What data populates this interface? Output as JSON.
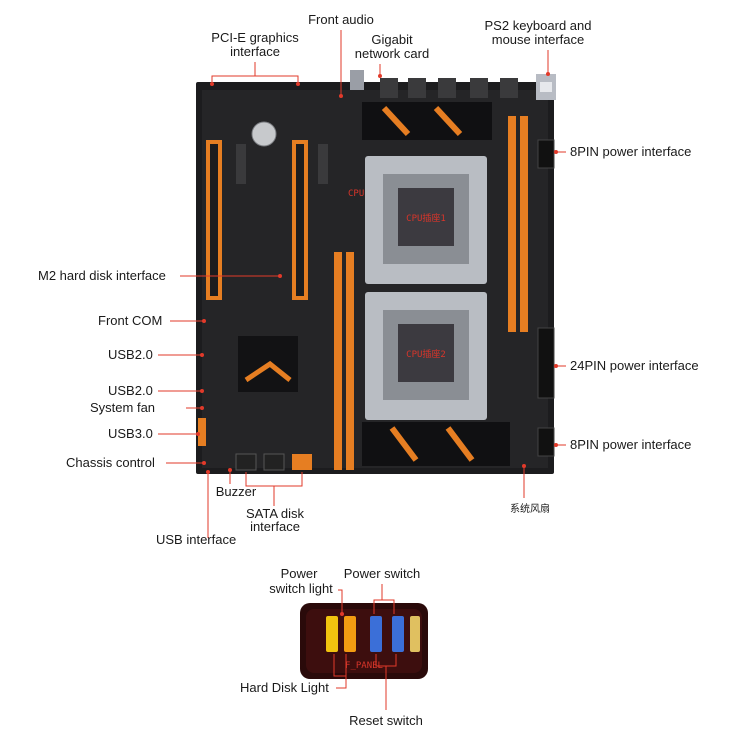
{
  "labels": {
    "pcie": [
      "PCI-E graphics",
      "interface"
    ],
    "front_audio": "Front audio",
    "gigabit": [
      "Gigabit",
      "network card"
    ],
    "ps2": [
      "PS2 keyboard and",
      "mouse interface"
    ],
    "power8_top": "8PIN power interface",
    "m2": "M2 hard disk interface",
    "front_com": "Front COM",
    "usb2_a": "USB2.0",
    "power24": "24PIN power interface",
    "usb2_b": "USB2.0",
    "system_fan": "System fan",
    "usb3": "USB3.0",
    "power8_bottom": "8PIN power interface",
    "chassis": "Chassis control",
    "system_fan_cn": "系统风扇",
    "buzzer": "Buzzer",
    "sata": [
      "SATA disk",
      "interface"
    ],
    "usb_interface": "USB interface",
    "power_switch_light": [
      "Power",
      "switch light"
    ],
    "power_switch": "Power switch",
    "hdd_light": "Hard Disk Light",
    "reset_switch": "Reset switch"
  },
  "board": {
    "cpu_mark": "CPU",
    "cpu1_text": "CPU插座1",
    "cpu2_text": "CPU插座2",
    "panel_text": "F_PANEL"
  }
}
